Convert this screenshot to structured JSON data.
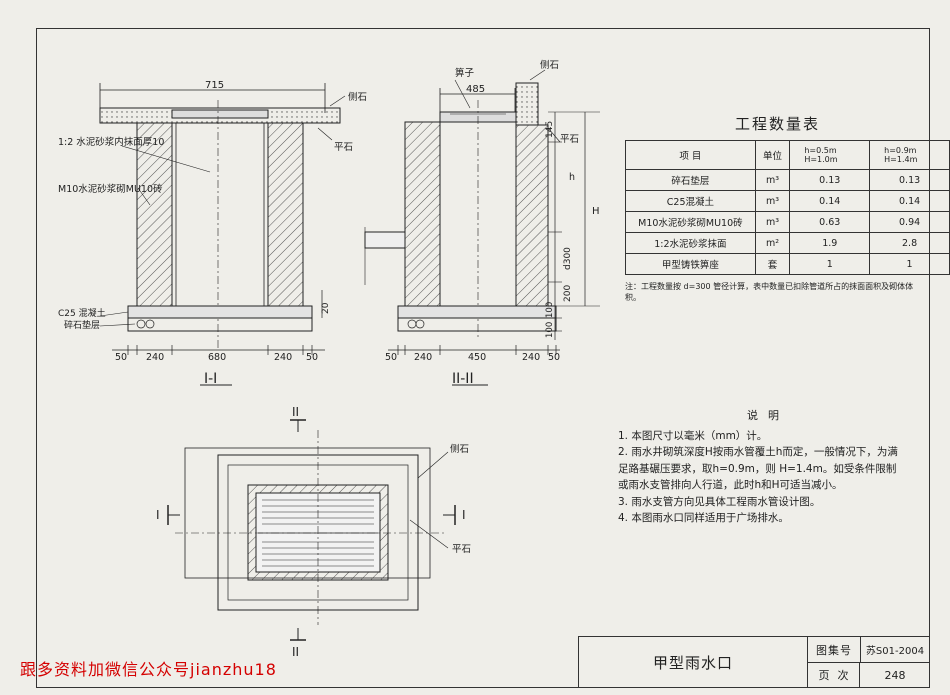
{
  "section1": {
    "top_width": "715",
    "label_mortar": "1:2 水泥砂浆内抹面厚10",
    "label_brick": "M10水泥砂浆砌MU10砖",
    "label_concrete": "C25 混凝土",
    "label_gravel": "碎石垫层",
    "label_curb": "侧石",
    "label_flat": "平石",
    "dim_bottom": [
      "50",
      "240",
      "680",
      "240",
      "50"
    ],
    "dim_20": "20",
    "title": "I-I"
  },
  "section2": {
    "top_width": "485",
    "label_grate": "箅子",
    "label_curb": "侧石",
    "label_flat": "平石",
    "dim_145": "145",
    "dim_h": "h",
    "dim_H": "H",
    "dim_d300": "d300",
    "dim_200": "200",
    "dim_100a": "100",
    "dim_100b": "100",
    "dim_bottom": [
      "50",
      "240",
      "450",
      "240",
      "50"
    ],
    "title": "II-II"
  },
  "plan": {
    "label_curb": "侧石",
    "label_flat": "平石",
    "sec_I": "I",
    "sec_II": "II"
  },
  "qty_table": {
    "title": "工程数量表",
    "header": {
      "item": "项    目",
      "unit": "单位",
      "col1": "h=0.5m\nH=1.0m",
      "col2": "h=0.9m\nH=1.4m"
    },
    "rows": [
      {
        "item": "碎石垫层",
        "unit": "m³",
        "v1": "0.13",
        "v2": "0.13"
      },
      {
        "item": "C25混凝土",
        "unit": "m³",
        "v1": "0.14",
        "v2": "0.14"
      },
      {
        "item": "M10水泥砂浆砌MU10砖",
        "unit": "m³",
        "v1": "0.63",
        "v2": "0.94"
      },
      {
        "item": "1:2水泥砂浆抹面",
        "unit": "m²",
        "v1": "1.9",
        "v2": "2.8"
      },
      {
        "item": "甲型铸铁箅座",
        "unit": "套",
        "v1": "1",
        "v2": "1"
      }
    ],
    "note": "注：工程数量按 d=300 管径计算，表中数量已扣除管道所占的抹面面积及砌体体积。"
  },
  "notes": {
    "title": "说明",
    "items": [
      "1. 本图尺寸以毫米（mm）计。",
      "2. 雨水井砌筑深度H按雨水管覆土h而定，一般情况下，为满足路基碾压要求，取h=0.9m，则 H=1.4m。如受条件限制或雨水支管排向人行道，此时h和H可适当减小。",
      "3. 雨水支管方向见具体工程雨水管设计图。",
      "4. 本图雨水口同样适用于广场排水。"
    ]
  },
  "title_block": {
    "drawing_name": "甲型雨水口",
    "atlas_label": "图集号",
    "atlas_no": "苏S01-2004",
    "page_label": "页次",
    "page_no": "248"
  },
  "watermark": "跟多资料加微信公众号jianzhu18"
}
